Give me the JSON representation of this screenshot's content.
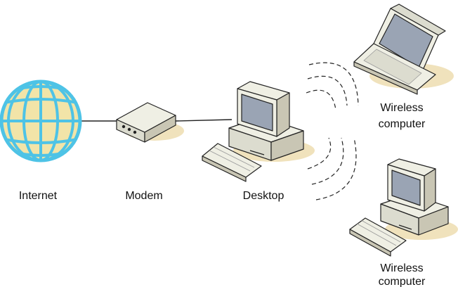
{
  "nodes": {
    "internet": {
      "label": "Internet"
    },
    "modem": {
      "label": "Modem"
    },
    "desktop": {
      "label": "Desktop"
    },
    "wireless_laptop": {
      "label_line1": "Wireless",
      "label_line2": "computer"
    },
    "wireless_desktop": {
      "label_line1": "Wireless",
      "label_line2": "computer"
    }
  },
  "colors": {
    "globe_fill": "#f2e4a8",
    "globe_grid": "#4ec3e6",
    "device_beige": "#efefe4",
    "device_shadow": "#c9c6b4",
    "floor_shadow": "#f0e2bc",
    "screen": "#9aa4b4",
    "outline": "#222222"
  },
  "icons": [
    "globe-icon",
    "modem-icon",
    "desktop-icon",
    "keyboard-icon",
    "laptop-icon",
    "wireless-signal-icon"
  ]
}
